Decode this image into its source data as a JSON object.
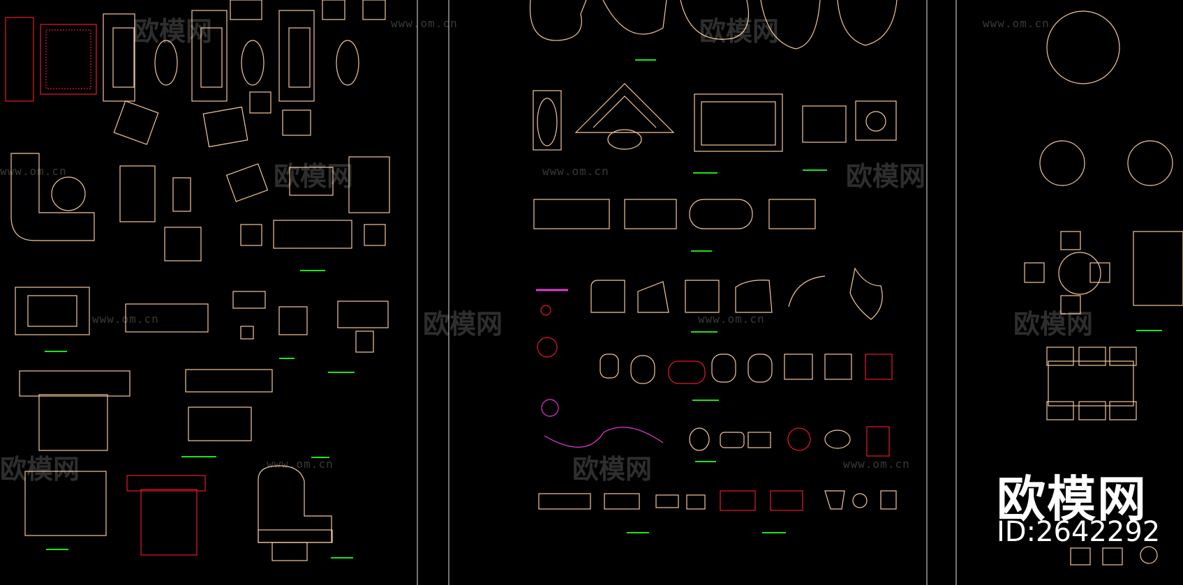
{
  "watermark": {
    "logo_text": "欧模网",
    "url": "www.om.cn"
  },
  "brand": {
    "logo_text": "欧模网",
    "id_text": "ID:2642292"
  },
  "colors": {
    "background": "#000000",
    "line_primary": "#f5c89a",
    "line_red": "#e8192c",
    "line_magenta": "#e23ad0",
    "label_green": "#19e619",
    "frame": "#e6e6e6"
  },
  "icons": {
    "watermark_logo": "sofa-logo-icon"
  }
}
